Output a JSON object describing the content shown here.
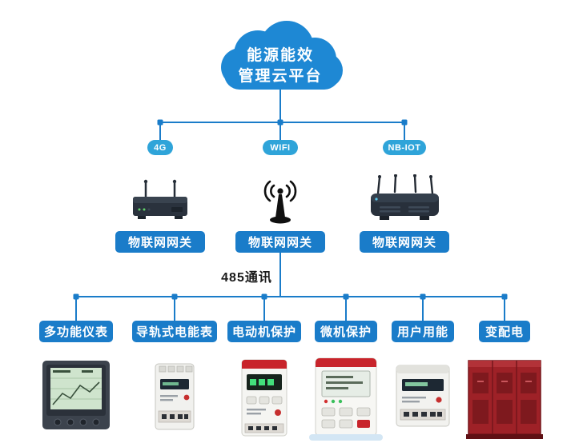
{
  "diagram": {
    "cloud": {
      "line1": "能源能效",
      "line2": "管理云平台"
    },
    "bus_label": "485通讯",
    "gateways": [
      {
        "badge": "4G",
        "label": "物联网网关",
        "icon": "router-4g-icon"
      },
      {
        "badge": "WIFI",
        "label": "物联网网关",
        "icon": "wifi-antenna-icon"
      },
      {
        "badge": "NB-IOT",
        "label": "物联网网关",
        "icon": "router-nbiot-icon"
      }
    ],
    "devices": [
      {
        "label": "多功能仪表",
        "icon": "multifunction-meter-icon"
      },
      {
        "label": "导轨式电能表",
        "icon": "din-rail-meter-icon"
      },
      {
        "label": "电动机保护",
        "icon": "motor-protection-icon"
      },
      {
        "label": "微机保护",
        "icon": "microcomputer-protection-icon"
      },
      {
        "label": "用户用能",
        "icon": "user-energy-meter-icon"
      },
      {
        "label": "变配电",
        "icon": "power-distribution-cabinet-icon"
      }
    ],
    "colors": {
      "primary_blue": "#1a7cc9",
      "cloud_blue": "#1e88d4",
      "badge_blue": "#2fa4d9"
    }
  }
}
